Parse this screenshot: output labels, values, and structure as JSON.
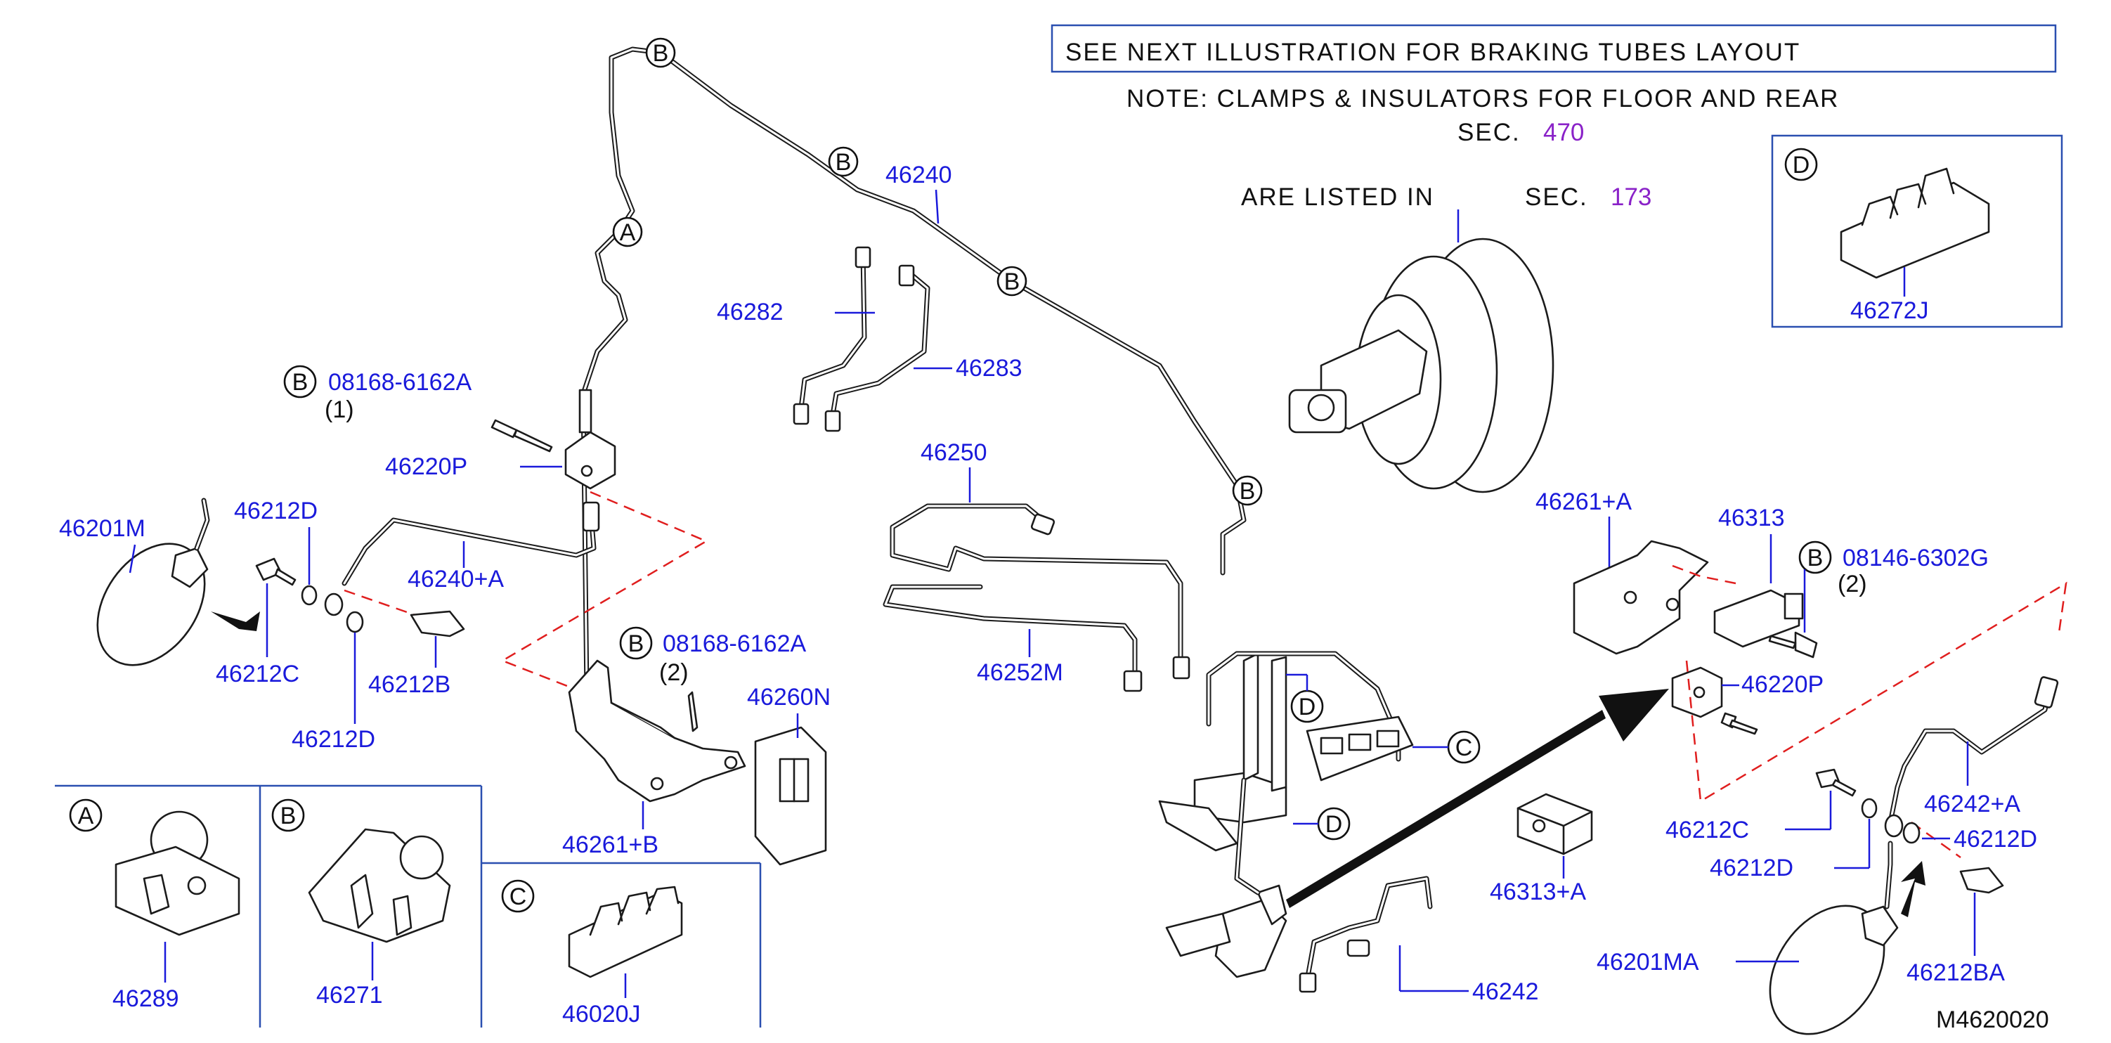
{
  "notes": {
    "header_box": "SEE NEXT ILLUSTRATION FOR BRAKING TUBES LAYOUT",
    "note_line1": "NOTE: CLAMPS & INSULATORS FOR FLOOR AND REAR",
    "sec_label": "SEC.",
    "sec_470": "470",
    "are_listed": "ARE LISTED IN",
    "sec_173": "173"
  },
  "drawing_id": "M4620020",
  "callouts": {
    "A": "A",
    "B": "B",
    "C": "C",
    "D": "D"
  },
  "parts": {
    "p46240": "46240",
    "p46282": "46282",
    "p46283": "46283",
    "p08168_top": "08168-6162A",
    "qty_top": "(1)",
    "p46220P_left": "46220P",
    "p46201M": "46201M",
    "p46212D_a": "46212D",
    "p46240A": "46240+A",
    "p46212C_left": "46212C",
    "p46212B": "46212B",
    "p46212D_b": "46212D",
    "p08168_mid": "08168-6162A",
    "qty_mid": "(2)",
    "p46260N": "46260N",
    "p46261B": "46261+B",
    "p46250": "46250",
    "p46252M": "46252M",
    "p46261A": "46261+A",
    "p46313": "46313",
    "p08146": "08146-6302G",
    "qty_right": "(2)",
    "p46220P_right": "46220P",
    "p46242A": "46242+A",
    "p46212C_right": "46212C",
    "p46212D_right_a": "46212D",
    "p46212D_right_b": "46212D",
    "p46313A": "46313+A",
    "p46201MA": "46201MA",
    "p46212BA": "46212BA",
    "p46242": "46242",
    "p46272J": "46272J",
    "p46289": "46289",
    "p46271": "46271",
    "p46020J": "46020J"
  }
}
